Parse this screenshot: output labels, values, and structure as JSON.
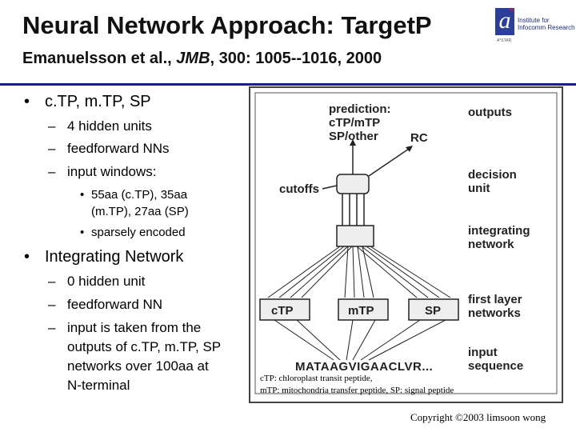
{
  "header": {
    "title": "Neural Network Approach: TargetP",
    "authors": "Emanuelsson et al., ",
    "journal": "JMB",
    "citation": ", 300: 1005--1016, 2000"
  },
  "logo": {
    "mark": "a",
    "line1": "Institute for",
    "line2": "Infocomm Research",
    "line3": "A*STAR"
  },
  "bullets": {
    "item1": "c.TP, m.TP, SP",
    "item1_sub1": "4 hidden units",
    "item1_sub2": "feedforward NNs",
    "item1_sub3": "input windows:",
    "item1_sub3_a_line1": "55aa (c.TP), 35aa",
    "item1_sub3_a_line2": "(m.TP), 27aa (SP)",
    "item1_sub3_b": "sparsely encoded",
    "item2": "Integrating Network",
    "item2_sub1": "0 hidden unit",
    "item2_sub2": "feedforward NN",
    "item2_sub3_line1": "input is taken from the",
    "item2_sub3_line2": "outputs of c.TP, m.TP, SP",
    "item2_sub3_line3": "networks over 100aa at",
    "item2_sub3_line4": "N-terminal",
    "dash": "–",
    "bullet": "•"
  },
  "figure": {
    "prediction_line1": "prediction:",
    "prediction_line2": "cTP/mTP",
    "prediction_line3": "SP/other",
    "rc": "RC",
    "cutoffs": "cutoffs",
    "outputs": "outputs",
    "decision_line1": "decision",
    "decision_line2": "unit",
    "integrating_line1": "integrating",
    "integrating_line2": "network",
    "first_layer_line1": "first layer",
    "first_layer_line2": "networks",
    "input_line1": "input",
    "input_line2": "sequence",
    "box_ctp": "cTP",
    "box_mtp": "mTP",
    "box_sp": "SP",
    "sequence": "MATAAGVIGAACLVR...",
    "caption_line1": "cTP: chloroplast transit peptide,",
    "caption_line2": "mTP: mitochondria transfer peptide, SP: signal peptide"
  },
  "footer": {
    "copyright": "Copyright ©2003 limsoon wong"
  }
}
